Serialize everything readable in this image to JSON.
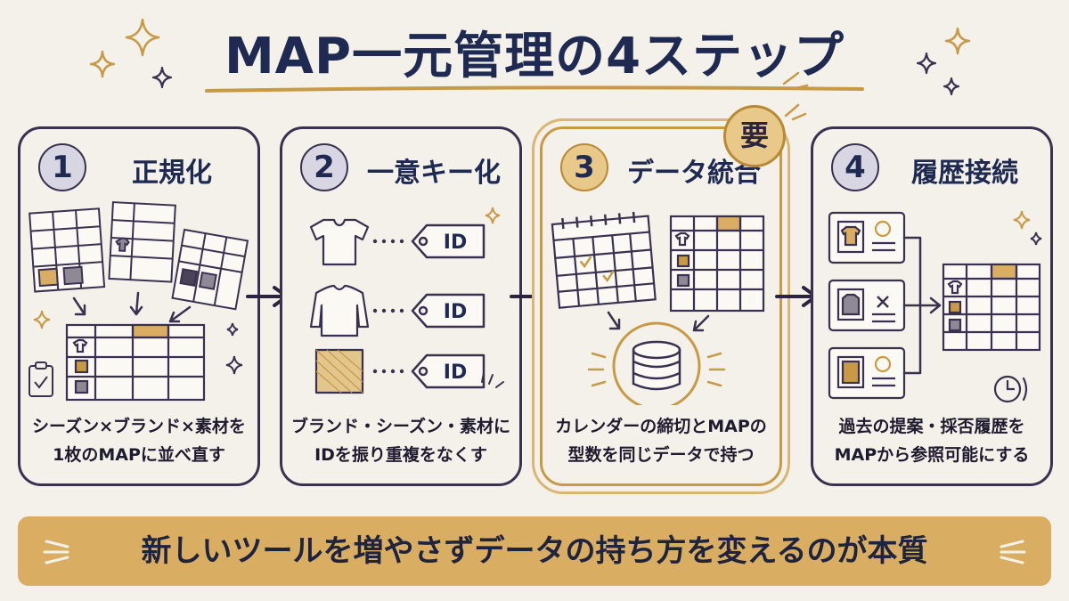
{
  "title": "MAP一元管理の4ステップ",
  "steps": [
    {
      "num": "1",
      "title": "正規化",
      "desc_line1": "シーズン×ブランド×素材を",
      "desc_line2": "1枚のMAPに並べ直す"
    },
    {
      "num": "2",
      "title": "一意キー化",
      "desc_line1": "ブランド・シーズン・素材に",
      "desc_line2": "IDを振り重複をなくす"
    },
    {
      "num": "3",
      "title": "データ統合",
      "desc_line1": "カレンダーの締切とMAPの",
      "desc_line2": "型数を同じデータで持つ"
    },
    {
      "num": "4",
      "title": "履歴接続",
      "desc_line1": "過去の提案・採否履歴を",
      "desc_line2": "MAPから参照可能にする"
    }
  ],
  "id_tags": [
    "ID",
    "ID",
    "ID"
  ],
  "badge": "要",
  "banner": "新しいツールを増やさずデータの持ち方を変えるのが本質",
  "colors": {
    "navy": "#1e2a52",
    "ink": "#3a3150",
    "gold": "#d9ae62",
    "gold_dark": "#b88a35",
    "background": "#f4f1ea"
  },
  "icons": [
    "sparkle-icon",
    "table-icon",
    "tshirt-icon",
    "sweater-icon",
    "fabric-swatch-icon",
    "id-tag-icon",
    "calendar-icon",
    "database-icon",
    "clock-icon",
    "clipboard-check-icon",
    "arrow-right-icon"
  ]
}
